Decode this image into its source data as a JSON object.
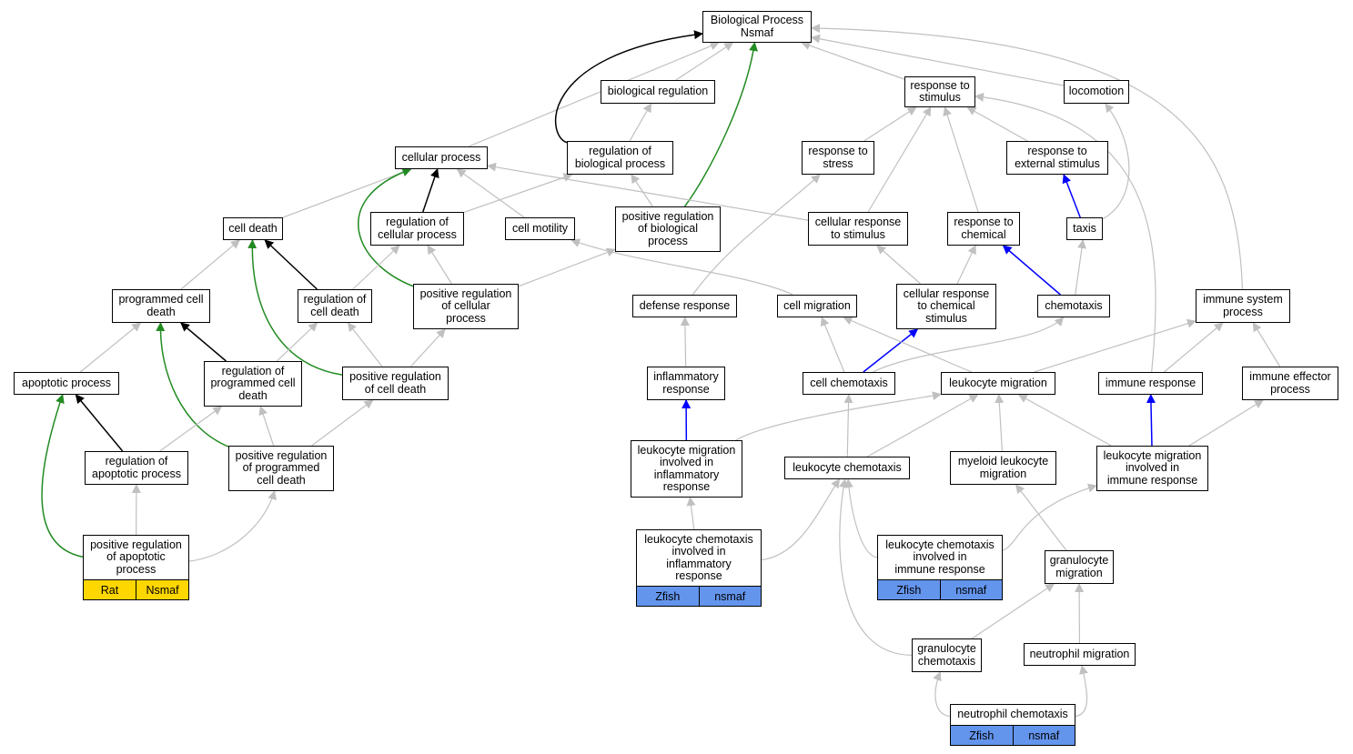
{
  "colors": {
    "edge_gray": "#c0c0c0",
    "edge_black": "#000000",
    "edge_green": "#228b22",
    "edge_blue": "#0000ff",
    "tag_yellow": "#ffd700",
    "tag_blue": "#6495ed"
  },
  "nodes": {
    "bp": "Biological Process\nNsmaf",
    "bioreg": "biological regulation",
    "resp_stim": "response to\nstimulus",
    "locomotion": "locomotion",
    "cell_proc": "cellular process",
    "reg_bio": "regulation of\nbiological process",
    "resp_stress": "response to\nstress",
    "resp_ext": "response to\nexternal stimulus",
    "cell_death": "cell death",
    "reg_cell_proc": "regulation of\ncellular process",
    "cell_motility": "cell motility",
    "pos_reg_bio": "positive regulation\nof biological\nprocess",
    "cell_resp_stim": "cellular response\nto stimulus",
    "resp_chem": "response to\nchemical",
    "taxis": "taxis",
    "prog_cell_death": "programmed cell\ndeath",
    "reg_cell_death": "regulation of\ncell death",
    "pos_reg_cell_proc": "positive regulation\nof cellular\nprocess",
    "defense_resp": "defense response",
    "cell_migration": "cell migration",
    "cell_resp_chem": "cellular response\nto chemical\nstimulus",
    "chemotaxis": "chemotaxis",
    "immune_sys": "immune system\nprocess",
    "apoptotic": "apoptotic process",
    "reg_prog_death": "regulation of\nprogrammed cell\ndeath",
    "pos_reg_cell_death": "positive regulation\nof cell death",
    "inflam": "inflammatory\nresponse",
    "cell_chemotaxis": "cell chemotaxis",
    "leuk_mig": "leukocyte migration",
    "immune_resp": "immune response",
    "immune_eff": "immune effector\nprocess",
    "reg_apop": "regulation of\napoptotic process",
    "pos_reg_prog": "positive regulation\nof programmed\ncell death",
    "leuk_mig_inflam": "leukocyte migration\ninvolved in\ninflammatory\nresponse",
    "leuk_chemo": "leukocyte chemotaxis",
    "myeloid_mig": "myeloid leukocyte\nmigration",
    "leuk_mig_immune": "leukocyte migration\ninvolved in\nimmune response",
    "pos_reg_apop": "positive regulation\nof apoptotic\nprocess",
    "leuk_chemo_inflam": "leukocyte chemotaxis\ninvolved in\ninflammatory\nresponse",
    "leuk_chemo_immune": "leukocyte chemotaxis\ninvolved in\nimmune response",
    "gran_mig": "granulocyte\nmigration",
    "gran_chemo": "granulocyte\nchemotaxis",
    "neut_mig": "neutrophil migration",
    "neut_chemo": "neutrophil chemotaxis"
  },
  "tags": {
    "pos_reg_apop": [
      "Rat",
      "Nsmaf"
    ],
    "leuk_chemo_inflam": [
      "Zfish",
      "nsmaf"
    ],
    "leuk_chemo_immune": [
      "Zfish",
      "nsmaf"
    ],
    "neut_chemo": [
      "Zfish",
      "nsmaf"
    ]
  }
}
